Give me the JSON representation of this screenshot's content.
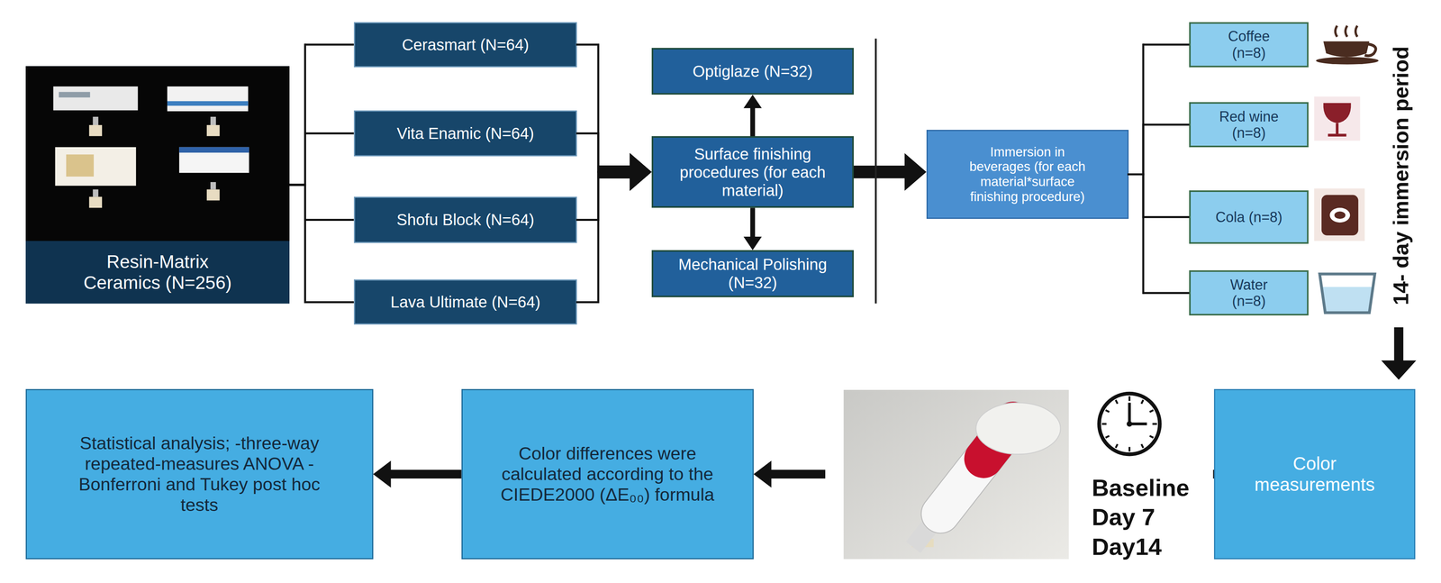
{
  "diagram": {
    "nodes": [
      {
        "text": [
          "Resin-Matrix Ceramics (N=256)"
        ]
      },
      {
        "text": [
          "Cerasmart (N=64)"
        ]
      },
      {
        "text": [
          "Vita Enamic (N=64)"
        ]
      },
      {
        "text": [
          "Shofu Block (N=64)"
        ]
      },
      {
        "text": [
          "Lava Ultimate (N=64)"
        ]
      },
      {
        "text": [
          "Optiglaze (N=32)"
        ]
      },
      {
        "text": [
          "Surface finishing procedures (for each material)"
        ]
      },
      {
        "text": [
          "Mechanical Polishing (N=32)"
        ]
      },
      {
        "text": [
          "Immersion in beverages (for each material*surface finishing procedure)"
        ]
      },
      {
        "text": [
          "Coffee (n=8)"
        ]
      },
      {
        "text": [
          "Red wine (n=8)"
        ]
      },
      {
        "text": [
          "Cola (n=8)"
        ]
      },
      {
        "text": [
          "Water (n=8)"
        ]
      },
      {
        "text": [
          "Color measurements"
        ]
      },
      {
        "text": [
          "Color differences were calculated according to the CIEDE2000 (ΔE₀₀) formula"
        ]
      },
      {
        "text": [
          "Statistical analysis; -three-way repeated-measures ANOVA - Bonferroni and Tukey post hoc tests"
        ]
      }
    ],
    "edges": [
      {
        "from": 0,
        "to": 1,
        "arrow": "none"
      },
      {
        "from": 0,
        "to": 2,
        "arrow": "none"
      },
      {
        "from": 0,
        "to": 3,
        "arrow": "none"
      },
      {
        "from": 0,
        "to": 4,
        "arrow": "none"
      },
      {
        "from": 1,
        "to": 6,
        "arrow": "to"
      },
      {
        "from": 2,
        "to": 6,
        "arrow": "to"
      },
      {
        "from": 3,
        "to": 6,
        "arrow": "to"
      },
      {
        "from": 4,
        "to": 6,
        "arrow": "to"
      },
      {
        "from": 6,
        "to": 5,
        "arrow": "to"
      },
      {
        "from": 6,
        "to": 7,
        "arrow": "to"
      },
      {
        "from": 6,
        "to": 8,
        "arrow": "to"
      },
      {
        "from": 8,
        "to": 9,
        "arrow": "none"
      },
      {
        "from": 8,
        "to": 10,
        "arrow": "none"
      },
      {
        "from": 8,
        "to": 11,
        "arrow": "none"
      },
      {
        "from": 8,
        "to": 12,
        "arrow": "none"
      },
      {
        "from": 13,
        "to": 14,
        "arrow": "to"
      },
      {
        "from": 14,
        "to": 15,
        "arrow": "to"
      }
    ],
    "labels": [
      "14- day immersion period",
      "Baseline",
      "Day 7",
      "Day14"
    ]
  }
}
